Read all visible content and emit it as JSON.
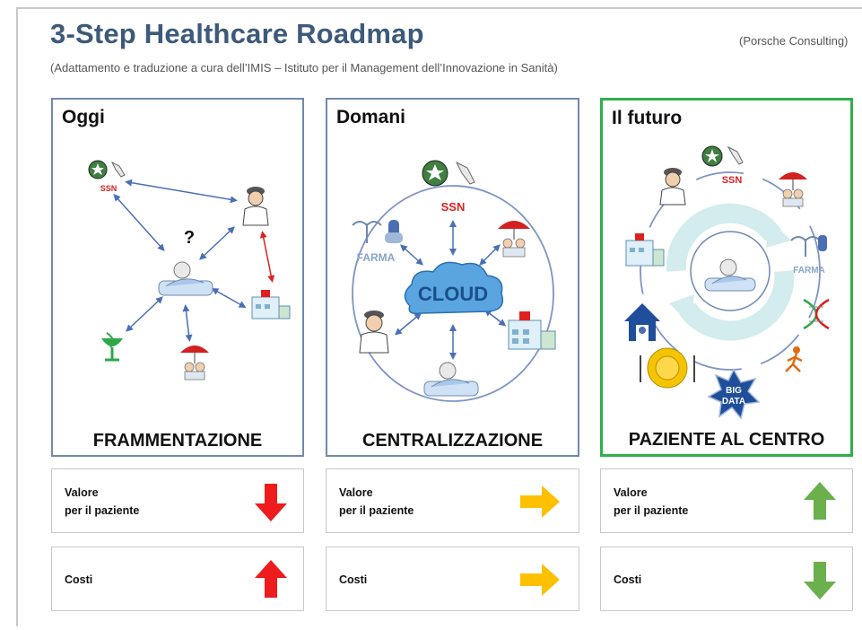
{
  "header": {
    "title": "3-Step Healthcare Roadmap",
    "subtitle": "(Adattamento e traduzione a cura dell’IMIS – Istituto per il Management dell’Innovazione in Sanità)",
    "source": "(Porsche Consulting)"
  },
  "panels": [
    {
      "title": "Oggi",
      "footer": "FRAMMENTAZIONE",
      "labels": {
        "ssn": "SSN",
        "question": "?"
      }
    },
    {
      "title": "Domani",
      "footer": "CENTRALIZZAZIONE",
      "labels": {
        "ssn": "SSN",
        "farma": "FARMA",
        "cloud": "CLOUD"
      }
    },
    {
      "title": "Il futuro",
      "footer": "PAZIENTE AL CENTRO",
      "labels": {
        "ssn": "SSN",
        "farma": "FARMA",
        "big_data_1": "BIG",
        "big_data_2": "DATA"
      }
    }
  ],
  "metrics": {
    "valore_line1": "Valore",
    "valore_line2": "per il paziente",
    "costi": "Costi",
    "rows": [
      {
        "valore": "down",
        "costi": "up"
      },
      {
        "valore": "right",
        "costi": "right"
      },
      {
        "valore": "up",
        "costi": "down"
      }
    ]
  },
  "colors": {
    "title": "#3d5a7a",
    "panel_border": "#6f89ad",
    "future_border": "#2fb04a",
    "arrow_bad": "#ee1c1c",
    "arrow_neutral": "#ffc000",
    "arrow_good": "#6ab04c",
    "connector": "#4a6fb5",
    "ssn_red": "#e02020"
  }
}
